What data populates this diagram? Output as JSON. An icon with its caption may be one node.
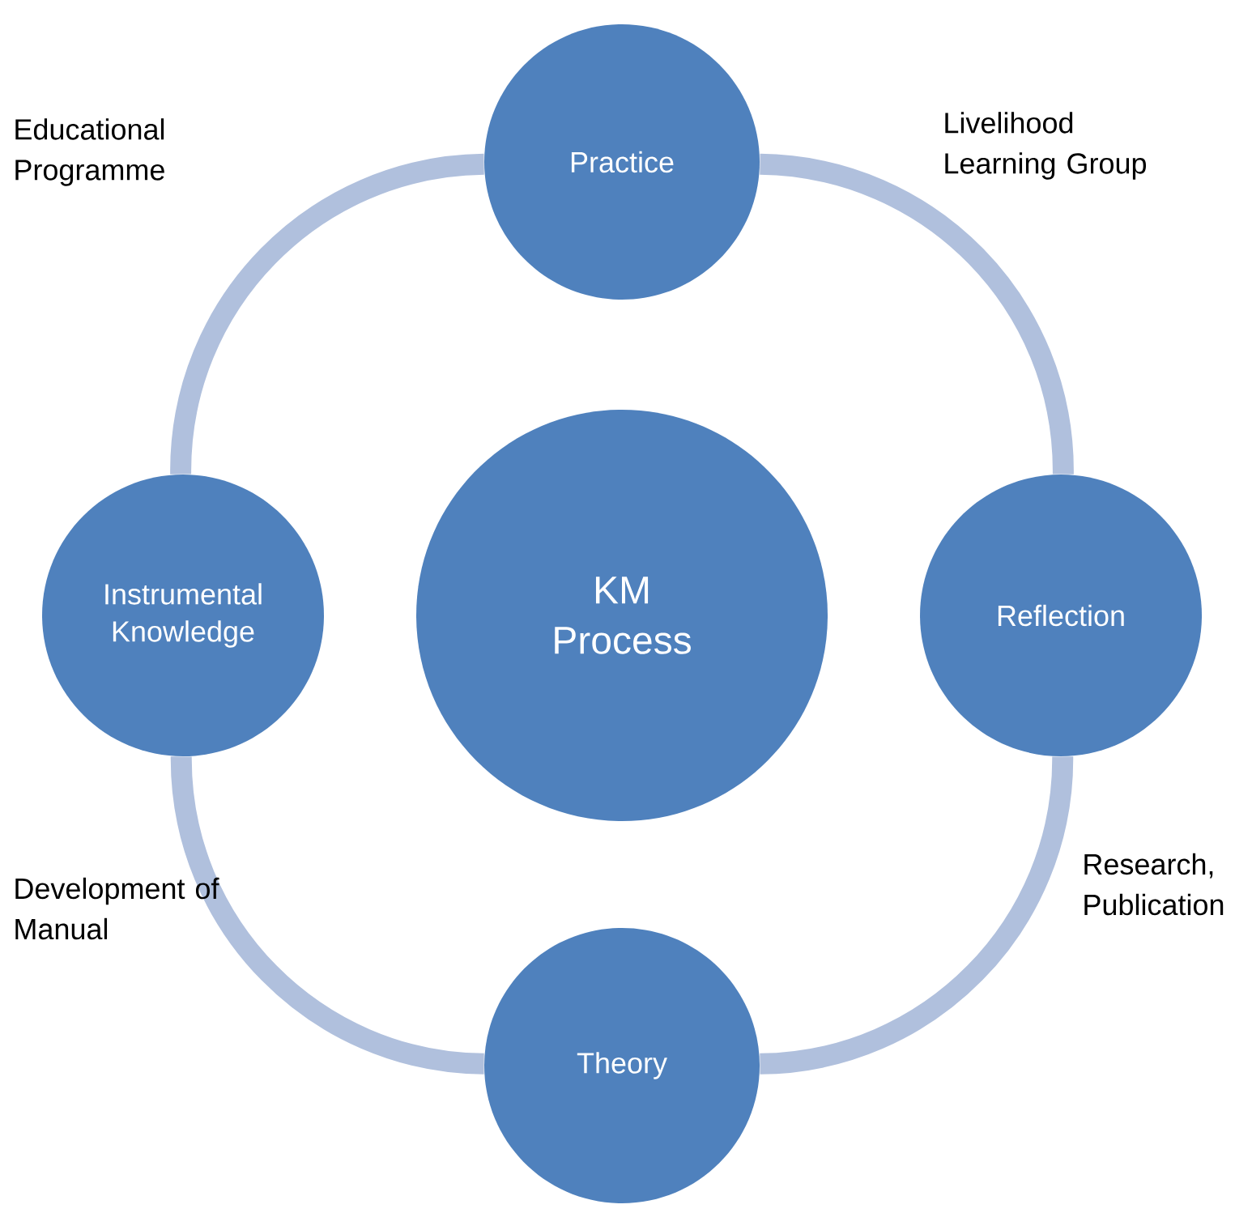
{
  "diagram": {
    "nodes": [
      {
        "text": [
          "Practice"
        ]
      },
      {
        "text": [
          "Instrumental Knowledge"
        ]
      },
      {
        "text": [
          "KM Process"
        ]
      },
      {
        "text": [
          "Reflection"
        ]
      },
      {
        "text": [
          "Theory"
        ]
      }
    ],
    "edges": [
      {
        "from": 0,
        "to": 3,
        "arrow": "none"
      },
      {
        "from": 3,
        "to": 4,
        "arrow": "none"
      },
      {
        "from": 4,
        "to": 1,
        "arrow": "none"
      },
      {
        "from": 1,
        "to": 0,
        "arrow": "none"
      }
    ],
    "labels": [
      "Educational Programme",
      "Livelihood Learning Group",
      "Development of Manual",
      "Research, Publication"
    ]
  }
}
